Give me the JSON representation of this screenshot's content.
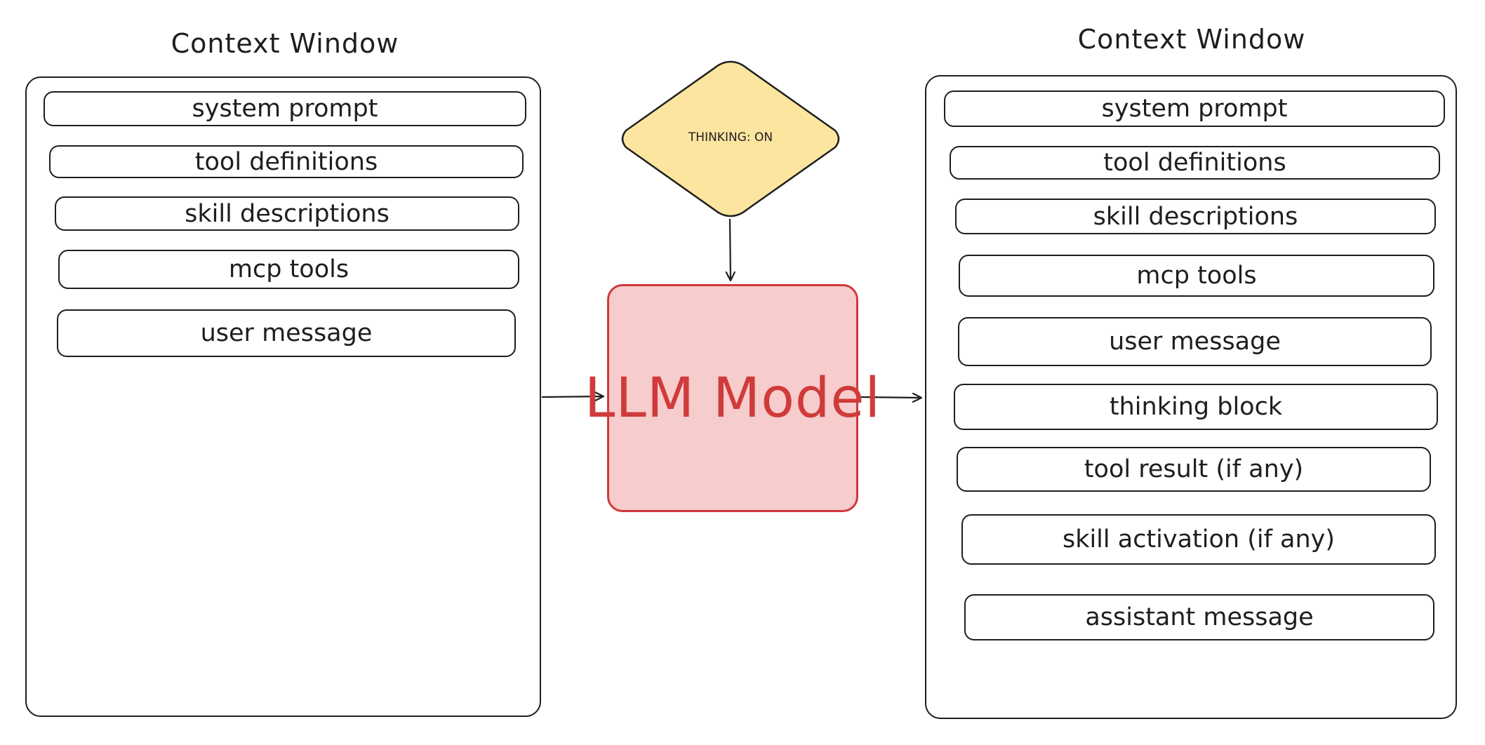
{
  "input_window": {
    "title": "Context Window",
    "items": [
      {
        "label": "system prompt"
      },
      {
        "label": "tool definitions"
      },
      {
        "label": "skill descriptions"
      },
      {
        "label": "mcp tools"
      },
      {
        "label": "user message"
      }
    ]
  },
  "thinking": {
    "label": "THINKING: ON"
  },
  "model": {
    "label": "LLM Model"
  },
  "output_window": {
    "title": "Context Window",
    "items": [
      {
        "label": "system prompt"
      },
      {
        "label": "tool definitions"
      },
      {
        "label": "skill descriptions"
      },
      {
        "label": "mcp tools"
      },
      {
        "label": "user message"
      },
      {
        "label": "thinking block"
      },
      {
        "label": "tool result (if any)"
      },
      {
        "label": "skill activation (if any)"
      },
      {
        "label": "assistant message"
      }
    ]
  },
  "colors": {
    "stroke": "#1e1e1e",
    "diamond_fill": "#fbe59f",
    "model_fill": "#f6cccd",
    "model_stroke": "#d0393a",
    "model_text": "#cf3b3a"
  }
}
